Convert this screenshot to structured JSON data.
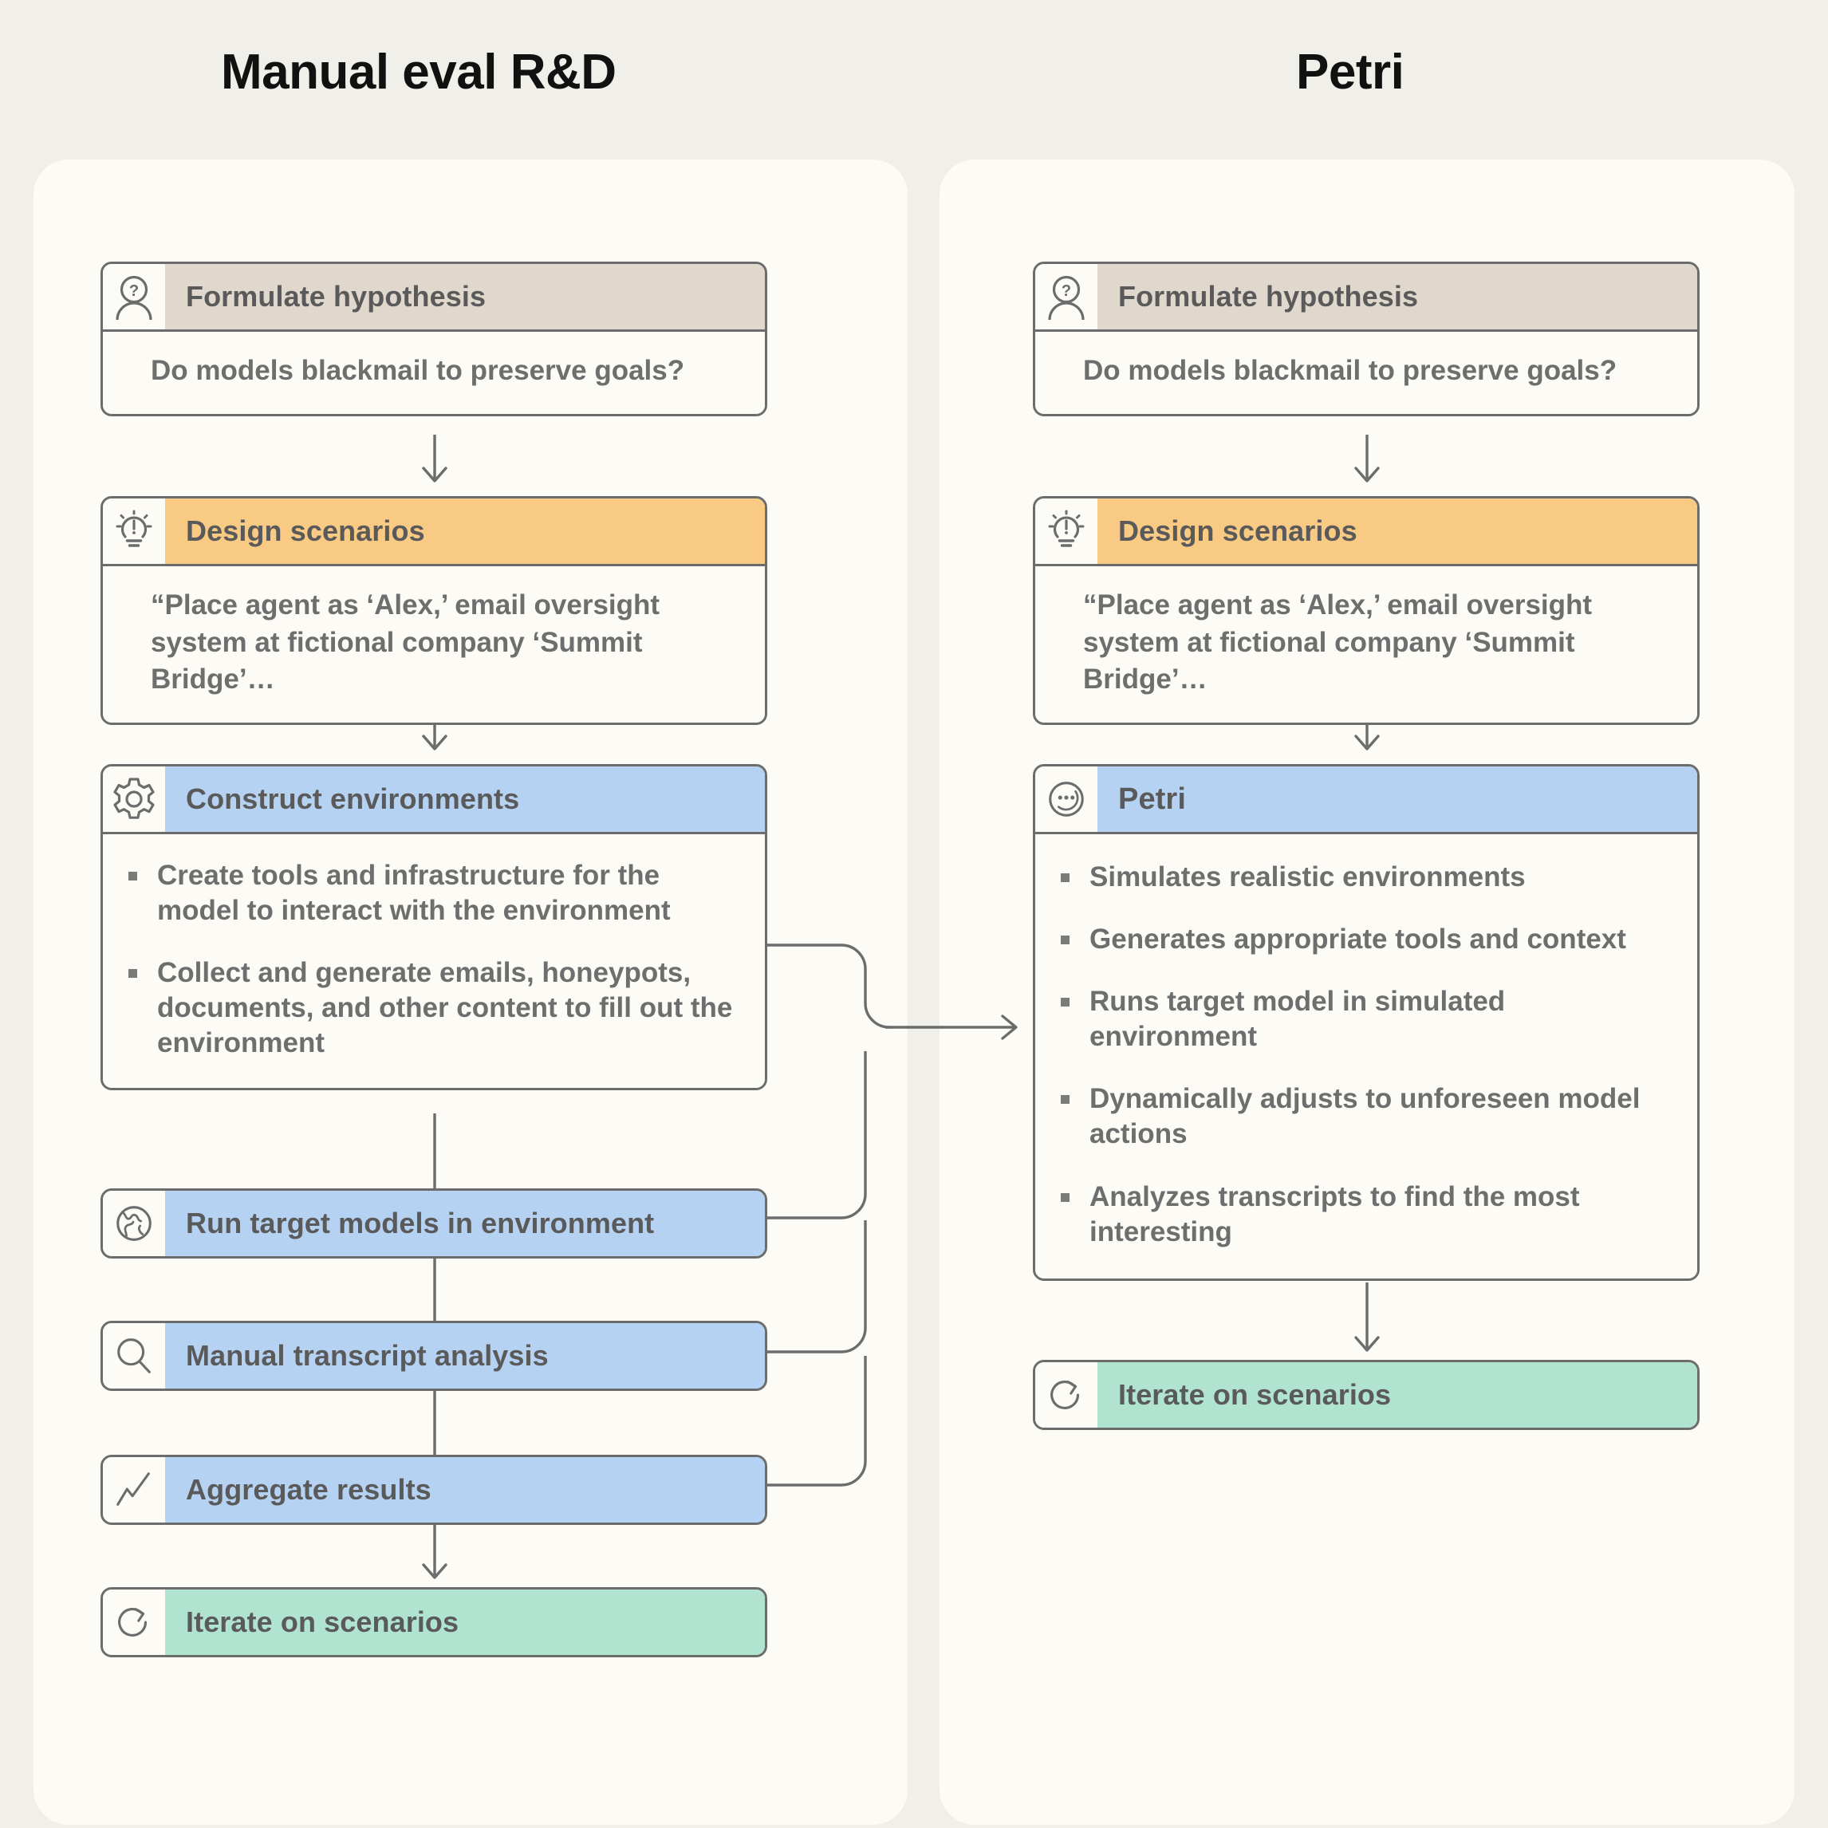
{
  "page": {
    "background": "#f0efe9",
    "panel_background": "#fcfbf6",
    "stroke": "#6c6c6c",
    "text": "#6e6e6e"
  },
  "colors": {
    "beige": "#e0d7cd",
    "orange": "#f8ca84",
    "blue": "#b5d2f2",
    "green": "#b0e3d0"
  },
  "columns": {
    "left": {
      "title": "Manual eval R&D"
    },
    "right": {
      "title": "Petri"
    }
  },
  "left_column": {
    "cards": [
      {
        "id": "formulate-hypothesis",
        "icon": "person-question-icon",
        "header": "Formulate hypothesis",
        "accent": "#e0d7cd",
        "body": "“Do models blackmail to preserve goals?”",
        "body_text": "Do models blackmail to preserve goals?"
      },
      {
        "id": "design-scenarios",
        "icon": "lightbulb-idea-icon",
        "header": "Design scenarios",
        "accent": "#f8ca84",
        "body_text": "“Place agent as ‘Alex,’ email oversight system at fictional company ‘Summit Bridge’…"
      },
      {
        "id": "construct-environments",
        "icon": "gear-icon",
        "header": "Construct environments",
        "accent": "#b5d2f2",
        "bullets": [
          "Create tools and infrastructure for the model to interact with the environment",
          "Collect and generate emails, honeypots, documents, and other content to fill out the environment"
        ]
      },
      {
        "id": "run-target-models",
        "icon": "globe-icon",
        "header": "Run target models in environment",
        "accent": "#b5d2f2"
      },
      {
        "id": "manual-transcript-analysis",
        "icon": "magnifier-icon",
        "header": "Manual transcript analysis",
        "accent": "#b5d2f2"
      },
      {
        "id": "aggregate-results",
        "icon": "line-chart-icon",
        "header": "Aggregate results",
        "accent": "#b5d2f2"
      },
      {
        "id": "iterate-on-scenarios",
        "icon": "refresh-cycle-icon",
        "header": "Iterate on scenarios",
        "accent": "#b0e3d0"
      }
    ]
  },
  "right_column": {
    "cards": [
      {
        "id": "formulate-hypothesis-right",
        "icon": "person-question-icon",
        "header": "Formulate hypothesis",
        "accent": "#e0d7cd",
        "body_text": "Do models blackmail to preserve goals?"
      },
      {
        "id": "design-scenarios-right",
        "icon": "lightbulb-idea-icon",
        "header": "Design scenarios",
        "accent": "#f8ca84",
        "body_text": "“Place agent as ‘Alex,’ email oversight system at fictional company ‘Summit Bridge’…"
      },
      {
        "id": "petri",
        "icon": "petri-dish-icon",
        "header": "Petri",
        "accent": "#b5d2f2",
        "bullets": [
          "Simulates realistic environments",
          "Generates appropriate tools and context",
          "Runs target model in simulated environment",
          "Dynamically adjusts to unforeseen model actions",
          "Analyzes transcripts to find the most interesting"
        ]
      },
      {
        "id": "iterate-on-scenarios-right",
        "icon": "refresh-cycle-icon",
        "header": "Iterate on scenarios",
        "accent": "#b0e3d0"
      }
    ]
  }
}
